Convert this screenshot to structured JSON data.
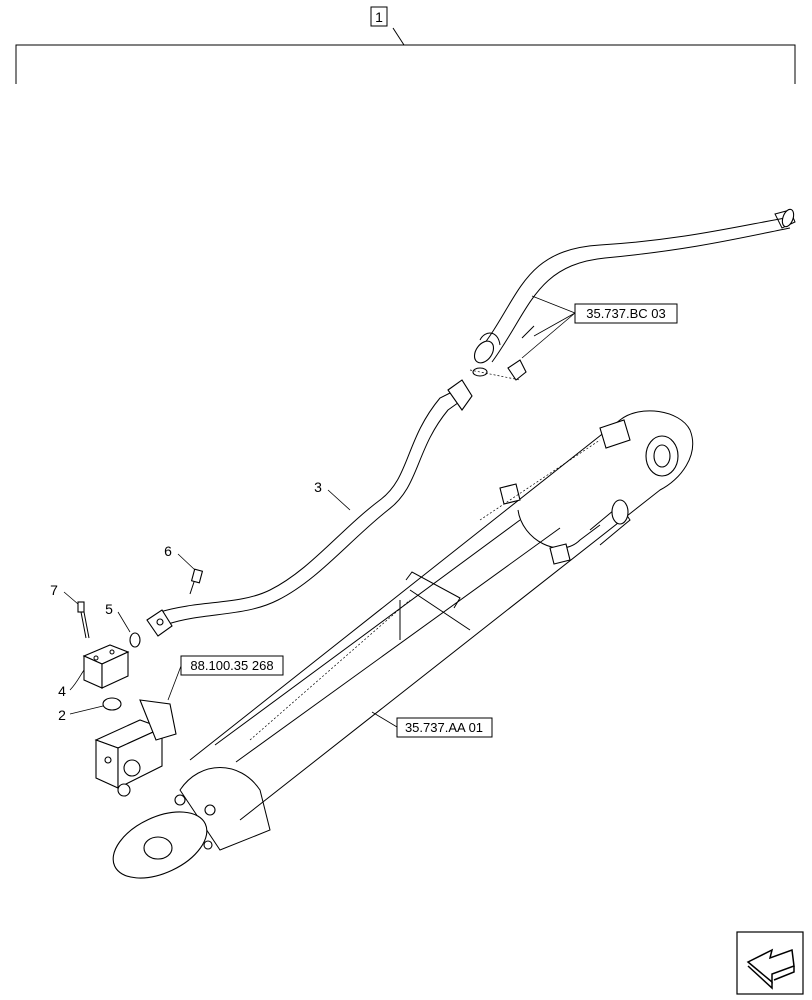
{
  "assembly_ref": "1",
  "part_numbers": [
    "2",
    "3",
    "4",
    "5",
    "6",
    "7"
  ],
  "references": {
    "hose_ref": "35.737.BC 03",
    "valve_ref": "88.100.35 268",
    "cylinder_ref": "35.737.AA 01"
  },
  "nav_icon": "arrow-next-page-icon"
}
